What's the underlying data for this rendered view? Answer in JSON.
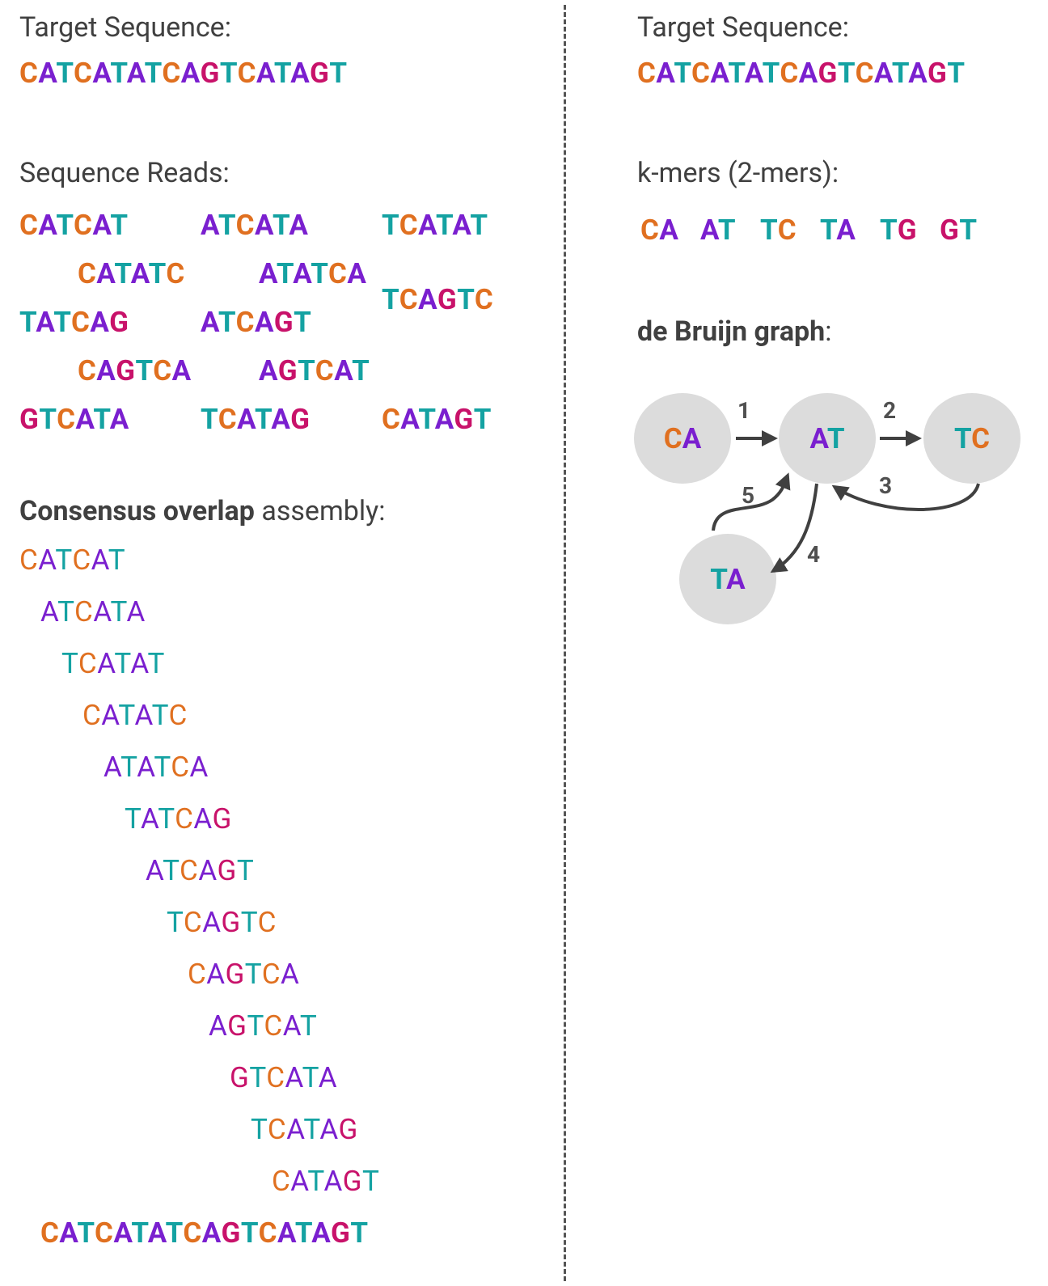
{
  "colors": {
    "C": "#e07020",
    "A": "#7a1fcf",
    "T": "#14a2a2",
    "G": "#c8126a",
    "text": "#404040",
    "node_fill": "#dcdcdc",
    "arrow": "#404040"
  },
  "left": {
    "target_heading": "Target Sequence:",
    "target_sequence": "CATCATATCAGTCATAGT",
    "reads_heading": "Sequence Reads:",
    "reads": [
      "CATCAT",
      "ATCATA",
      "TCATAT",
      "CATATC",
      "ATATCA",
      "TCAGTC",
      "TATCAG",
      "ATCAGT",
      "CAGTCA",
      "AGTCAT",
      "GTCATA",
      "TCATAG",
      "CATAGT"
    ],
    "assembly_heading_bold": "Consensus overlap",
    "assembly_heading_rest": " assembly:",
    "assembly_rows": [
      "CATCAT",
      "ATCATA",
      "TCATAT",
      "CATATC",
      "ATATCA",
      "TATCAG",
      "ATCAGT",
      "TCAGTC",
      "CAGTCA",
      "AGTCAT",
      "GTCATA",
      "TCATAG",
      "CATAGT"
    ],
    "assembly_result": "CATCATATCAGTCATAGT"
  },
  "right": {
    "target_heading": "Target Sequence:",
    "target_sequence": "CATCATATCAGTCATAGT",
    "kmers_heading": "k-mers (2-mers):",
    "kmers": [
      "CA",
      "AT",
      "TC",
      "TA",
      "TG",
      "GT"
    ],
    "graph_heading_bold": "de Bruijn graph",
    "graph_heading_rest": ":",
    "graph": {
      "nodes": [
        "CA",
        "AT",
        "TC",
        "TA"
      ],
      "edges": [
        {
          "from": "CA",
          "to": "AT",
          "label": "1"
        },
        {
          "from": "AT",
          "to": "TC",
          "label": "2"
        },
        {
          "from": "TC",
          "to": "AT",
          "label": "3"
        },
        {
          "from": "AT",
          "to": "TA",
          "label": "4"
        },
        {
          "from": "TA",
          "to": "AT",
          "label": "5"
        }
      ]
    }
  }
}
